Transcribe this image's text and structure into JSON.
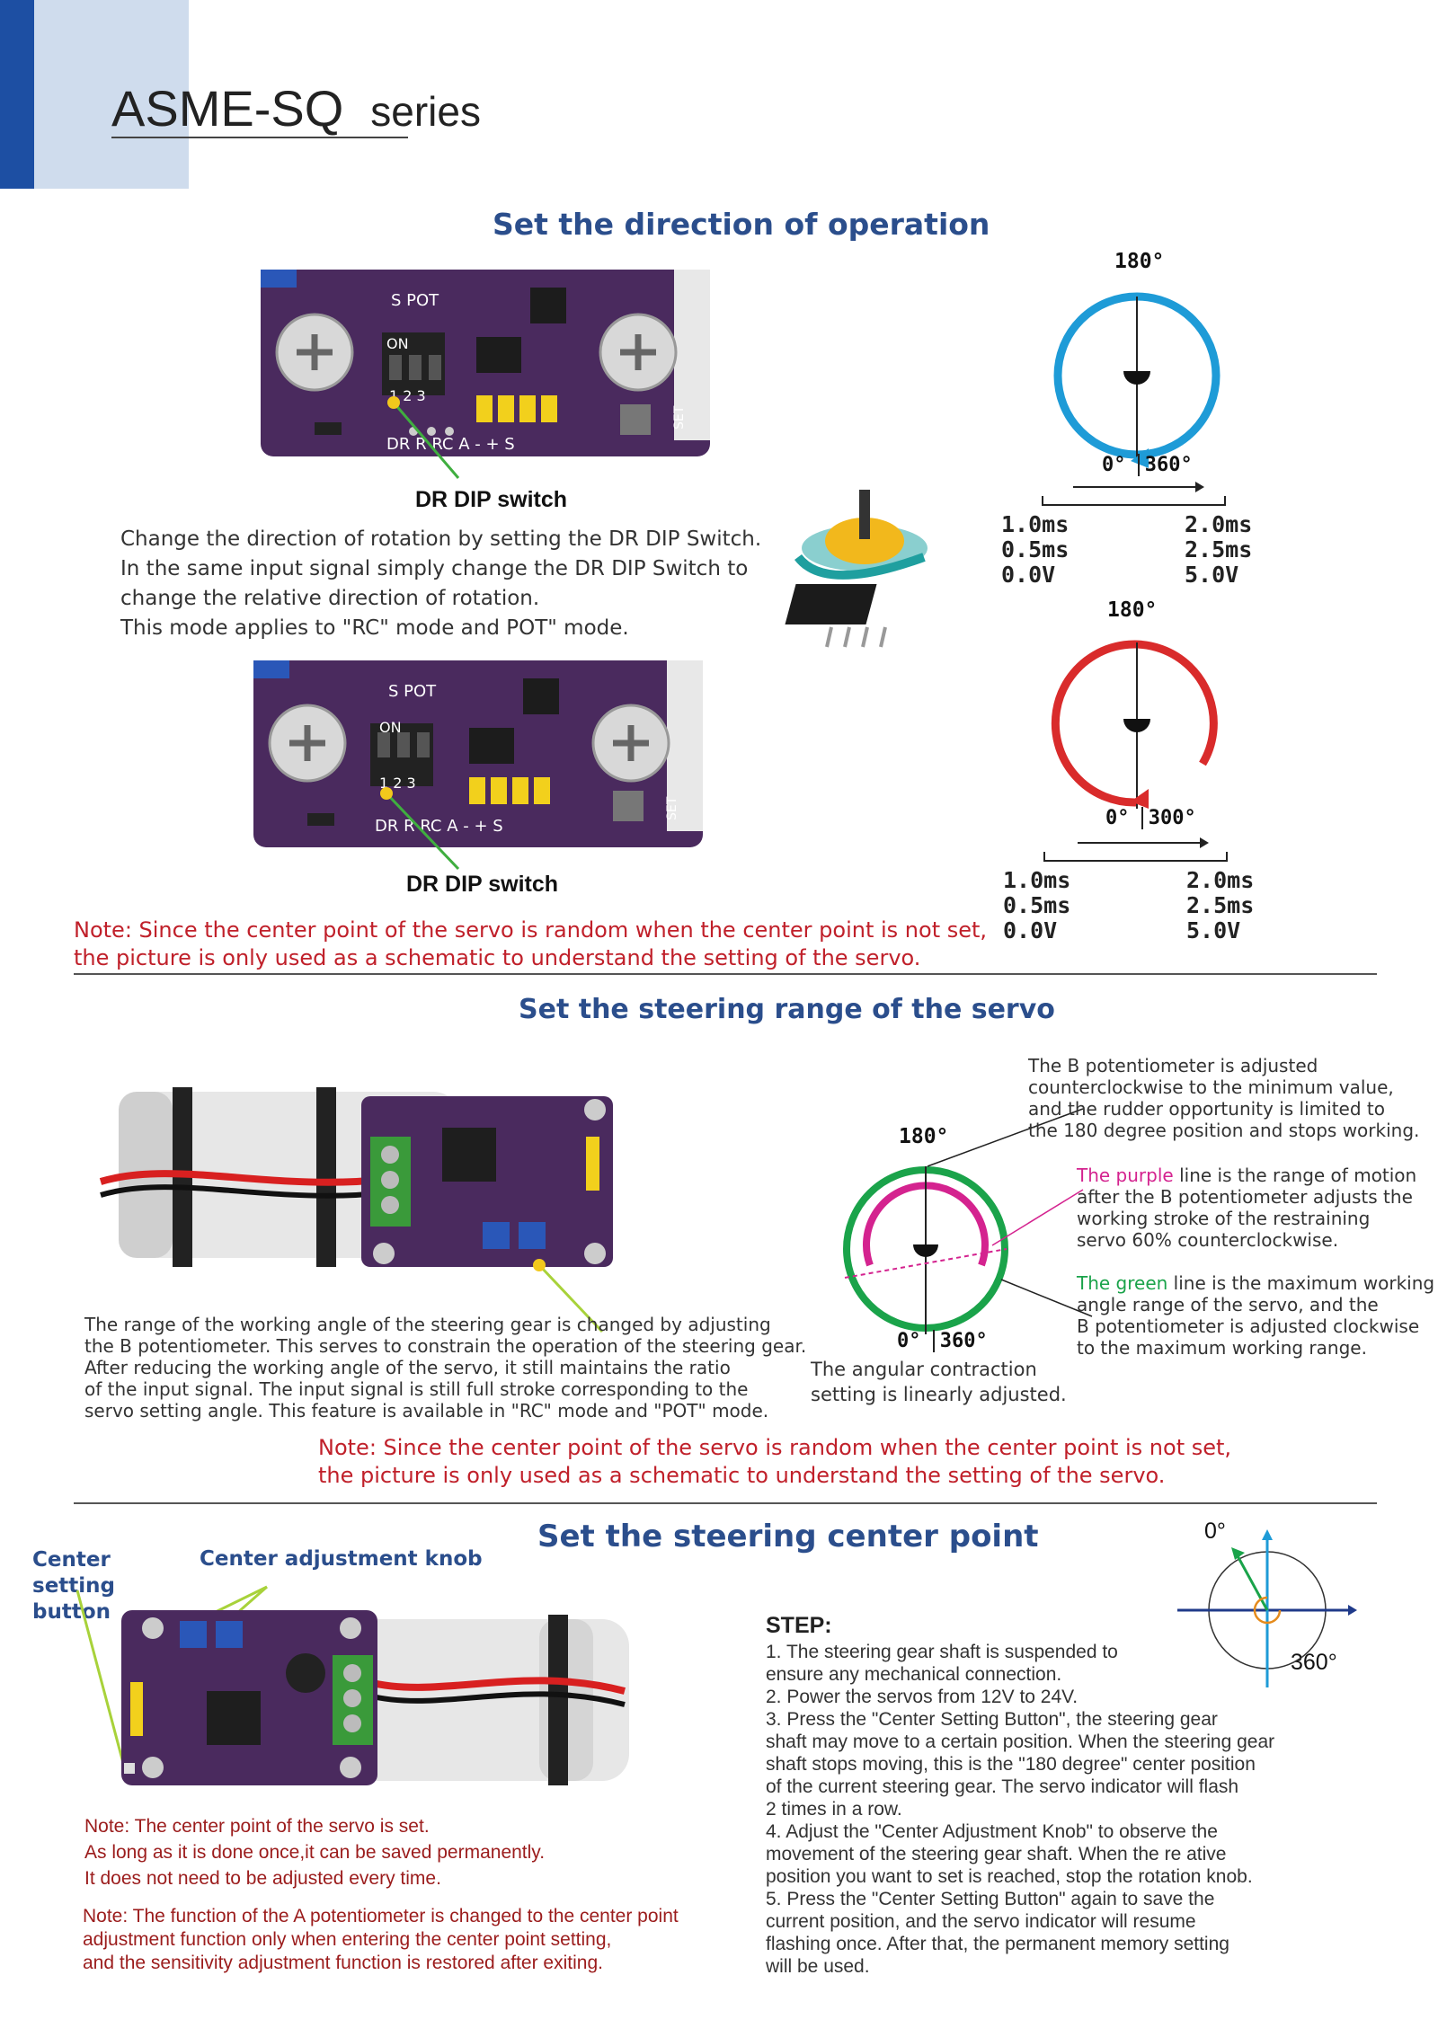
{
  "header": {
    "title": "ASME-SQ",
    "subtitle": "series"
  },
  "section1": {
    "title": "Set the direction of operation",
    "switch_label_1": "DR DIP switch",
    "switch_label_2": "DR DIP switch",
    "description": [
      "Change the direction of rotation by setting the DR DIP Switch.",
      "In the same input signal simply change the DR DIP Switch to",
      "change the relative direction of rotation.",
      "This mode applies to \"RC\" mode and POT\" mode."
    ],
    "board_labels": {
      "s_pot": "S  POT",
      "on": "ON",
      "nums": "1  2  3",
      "pins": "DR  R  RC   A  -  +  S",
      "set": "SET"
    },
    "dial1": {
      "top": "180°",
      "bottom_left": "0°",
      "bottom_right": "360°",
      "color": "#1e9bd7",
      "left_values": [
        "1.0ms",
        "0.5ms",
        "0.0V"
      ],
      "right_values": [
        "2.0ms",
        "2.5ms",
        "5.0V"
      ]
    },
    "dial2": {
      "top": "180°",
      "bottom_left": "0°",
      "bottom_right": "300°",
      "color": "#d92b2b",
      "left_values": [
        "1.0ms",
        "0.5ms",
        "0.0V"
      ],
      "right_values": [
        "2.0ms",
        "2.5ms",
        "5.0V"
      ]
    },
    "note": [
      "Note: Since the center point of the servo is random when the center point is not set,",
      "the picture is only used as a schematic to understand the setting of the servo."
    ]
  },
  "section2": {
    "title": "Set the steering range of the servo",
    "description": [
      "The range of the working angle of the steering gear is changed by adjusting",
      "the B potentiometer. This serves to constrain the operation of the steering gear.",
      "After reducing the working angle of the servo, it still maintains the ratio",
      "of the input signal. The input signal is still full stroke corresponding to the",
      "servo setting angle. This feature is available in \"RC\" mode and \"POT\" mode."
    ],
    "dial": {
      "top": "180°",
      "bottom_left": "0°",
      "bottom_right": "360°",
      "green": "#1aa34a",
      "purple": "#d4238f"
    },
    "caption": [
      "The angular contraction",
      "setting is linearly adjusted."
    ],
    "annotation_b": [
      "The B potentiometer is adjusted",
      "counterclockwise to the minimum value,",
      "and the rudder opportunity is limited to",
      "the 180 degree position and stops working."
    ],
    "annotation_purple_lead": "The purple",
    "annotation_purple": [
      " line is the range of motion",
      "after the B potentiometer adjusts the",
      "working stroke of the restraining",
      "servo 60% counterclockwise."
    ],
    "annotation_green_lead": "The green",
    "annotation_green": [
      " line is the maximum working",
      "angle range of the servo, and the",
      "B potentiometer is adjusted clockwise",
      "to the maximum working range."
    ],
    "note": [
      "Note: Since the center point of the servo is random when the center point is not set,",
      "the picture is only used as a schematic to understand the setting of the servo."
    ]
  },
  "section3": {
    "title": "Set the steering center point",
    "center_button_label": [
      "Center",
      "setting",
      "button"
    ],
    "center_knob_label": "Center adjustment knob",
    "dial": {
      "top": "0°",
      "right": "360°"
    },
    "note1": [
      "Note: The center point of the servo is set.",
      "As long as it is done once,it can be saved permanently.",
      "It does not need to be adjusted every time."
    ],
    "note2": [
      "Note: The function of the A potentiometer is changed to the center point",
      "adjustment function only when entering the center point setting,",
      "and the sensitivity adjustment function is restored after exiting."
    ],
    "step_title": "STEP:",
    "steps": [
      "1. The steering gear shaft is suspended to",
      "    ensure any mechanical connection.",
      "2. Power the servos from 12V to 24V.",
      "3. Press the \"Center Setting Button\", the steering gear",
      "    shaft may move to a certain position. When the steering gear",
      "    shaft stops moving, this is the \"180 degree\" center position",
      "    of the current steering gear. The servo indicator will flash",
      "    2 times in a row.",
      "4. Adjust the \"Center Adjustment Knob\" to observe the",
      "    movement of the steering gear shaft. When the re ative",
      "    position you want to set is reached, stop the rotation knob.",
      "5. Press the \"Center Setting Button\" again to save the",
      "    current position, and the servo indicator will resume",
      "    flashing once. After that, the permanent memory setting",
      "    will be used."
    ]
  }
}
